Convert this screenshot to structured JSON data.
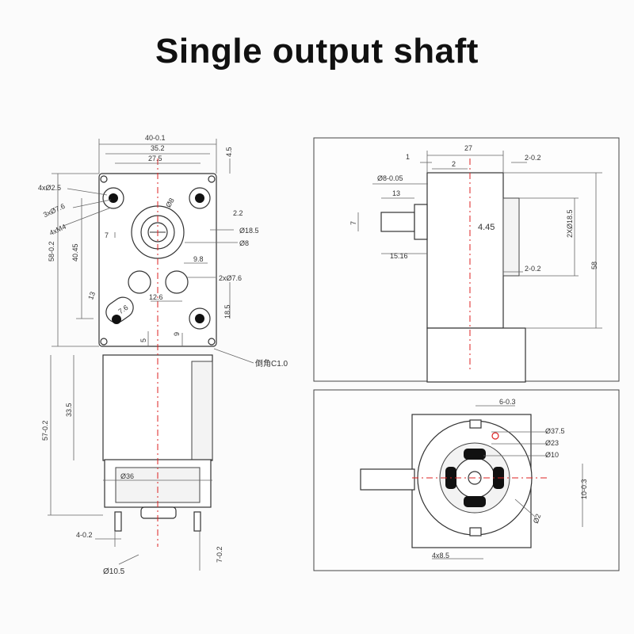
{
  "title": "Single output shaft",
  "front_view": {
    "labels": {
      "w40": "40-0.1",
      "w35": "35.2",
      "w27": "27.5",
      "d45": "4.5",
      "holes4": "4xØ2.5",
      "cb": "3xØ7.6",
      "m4": "4xM4",
      "o8a": "Ø8",
      "d22": "2.2",
      "o185": "Ø18.5",
      "o8b": "Ø8",
      "h58": "58-0.2",
      "d7": "7",
      "d4045": "40.45",
      "d98": "9.8",
      "cb2": "2xØ7.6",
      "d13": "13",
      "d76": "7.6",
      "d126": "12.6",
      "d185": "18.5",
      "d5": "5",
      "d9": "9",
      "chamfer": "倒角C1.0",
      "h57": "57-0.2",
      "d335": "33.5",
      "o36": "Ø36",
      "d4": "4-0.2",
      "d7b": "7-0.2",
      "o105": "Ø10.5"
    }
  },
  "side_view": {
    "labels": {
      "d1": "1",
      "d27": "27",
      "d2": "2",
      "d2a": "2-0.2",
      "o8": "Ø8-0.05",
      "d13": "13",
      "d7": "7",
      "d445": "4.45",
      "o185": "2XØ18.5",
      "d1516": "15.16",
      "d2b": "2-0.2",
      "d58": "58"
    }
  },
  "end_view": {
    "labels": {
      "d6": "6-0.3",
      "o375": "Ø37.5",
      "o23": "Ø23",
      "o10": "Ø10",
      "d10": "10-0.3",
      "o2": "Ø2",
      "d48": "4x8.5"
    }
  }
}
